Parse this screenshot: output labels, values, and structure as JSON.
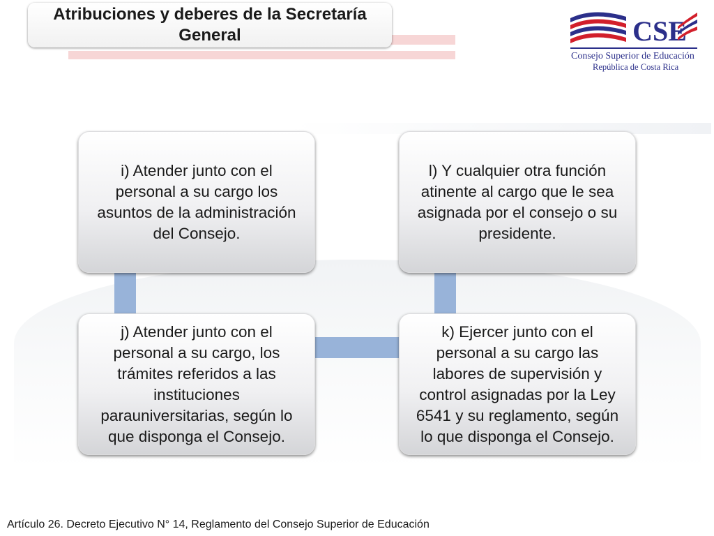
{
  "title": "Atribuciones y deberes de la Secretaría\nGeneral",
  "logo": {
    "acronym": "CSE",
    "line1": "Consejo Superior de Educación",
    "line2": "República de Costa Rica",
    "colors": {
      "blue": "#2b2f8a",
      "red": "#d21f2b"
    }
  },
  "nodes": [
    {
      "id": "i",
      "text": "i) Atender junto con el personal a su cargo los asuntos de la administración del Consejo."
    },
    {
      "id": "j",
      "text": "j) Atender junto con el personal a su cargo, los trámites referidos a las instituciones parauniversitarias, según lo que disponga el Consejo."
    },
    {
      "id": "k",
      "text": "k) Ejercer junto con el personal a su cargo las labores de supervisión y control asignadas por la Ley 6541 y su reglamento, según lo que disponga el Consejo."
    },
    {
      "id": "l",
      "text": "l) Y cualquier otra función atinente al cargo que le sea asignada por el consejo o su presidente."
    }
  ],
  "edges": [
    {
      "from": "i",
      "to": "j"
    },
    {
      "from": "j",
      "to": "k"
    },
    {
      "from": "k",
      "to": "l"
    }
  ],
  "footer": "Artículo 26. Decreto Ejecutivo N° 14, Reglamento del Consejo Superior de Educación",
  "colors": {
    "connector": "#98b3d9",
    "title_stripe": "#f7d6d6"
  }
}
